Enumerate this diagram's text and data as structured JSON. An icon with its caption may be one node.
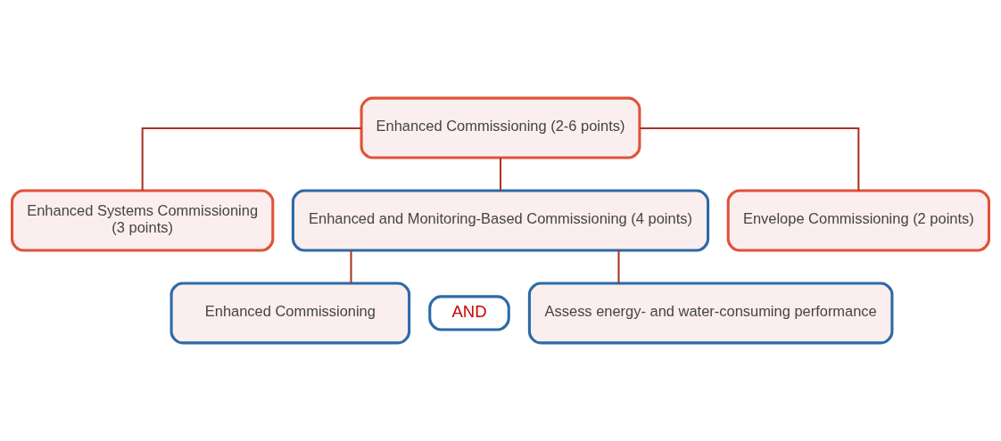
{
  "diagram": {
    "nodes": [
      {
        "text": [
          "Enhanced Commissioning (2-6 points)"
        ]
      },
      {
        "text": [
          "Enhanced Systems Commissioning",
          "(3 points)"
        ]
      },
      {
        "text": [
          "Enhanced and Monitoring-Based Commissioning (4 points)"
        ]
      },
      {
        "text": [
          "Envelope Commissioning (2 points)"
        ]
      },
      {
        "text": [
          "Enhanced Commissioning"
        ]
      },
      {
        "text": [
          "AND"
        ]
      },
      {
        "text": [
          "Assess energy- and water-consuming performance"
        ]
      }
    ],
    "edges": [
      {
        "from": 0,
        "to": 1,
        "arrow": "none"
      },
      {
        "from": 0,
        "to": 2,
        "arrow": "none"
      },
      {
        "from": 0,
        "to": 3,
        "arrow": "none"
      },
      {
        "from": 2,
        "to": 4,
        "arrow": "none"
      },
      {
        "from": 2,
        "to": 6,
        "arrow": "none"
      }
    ]
  }
}
